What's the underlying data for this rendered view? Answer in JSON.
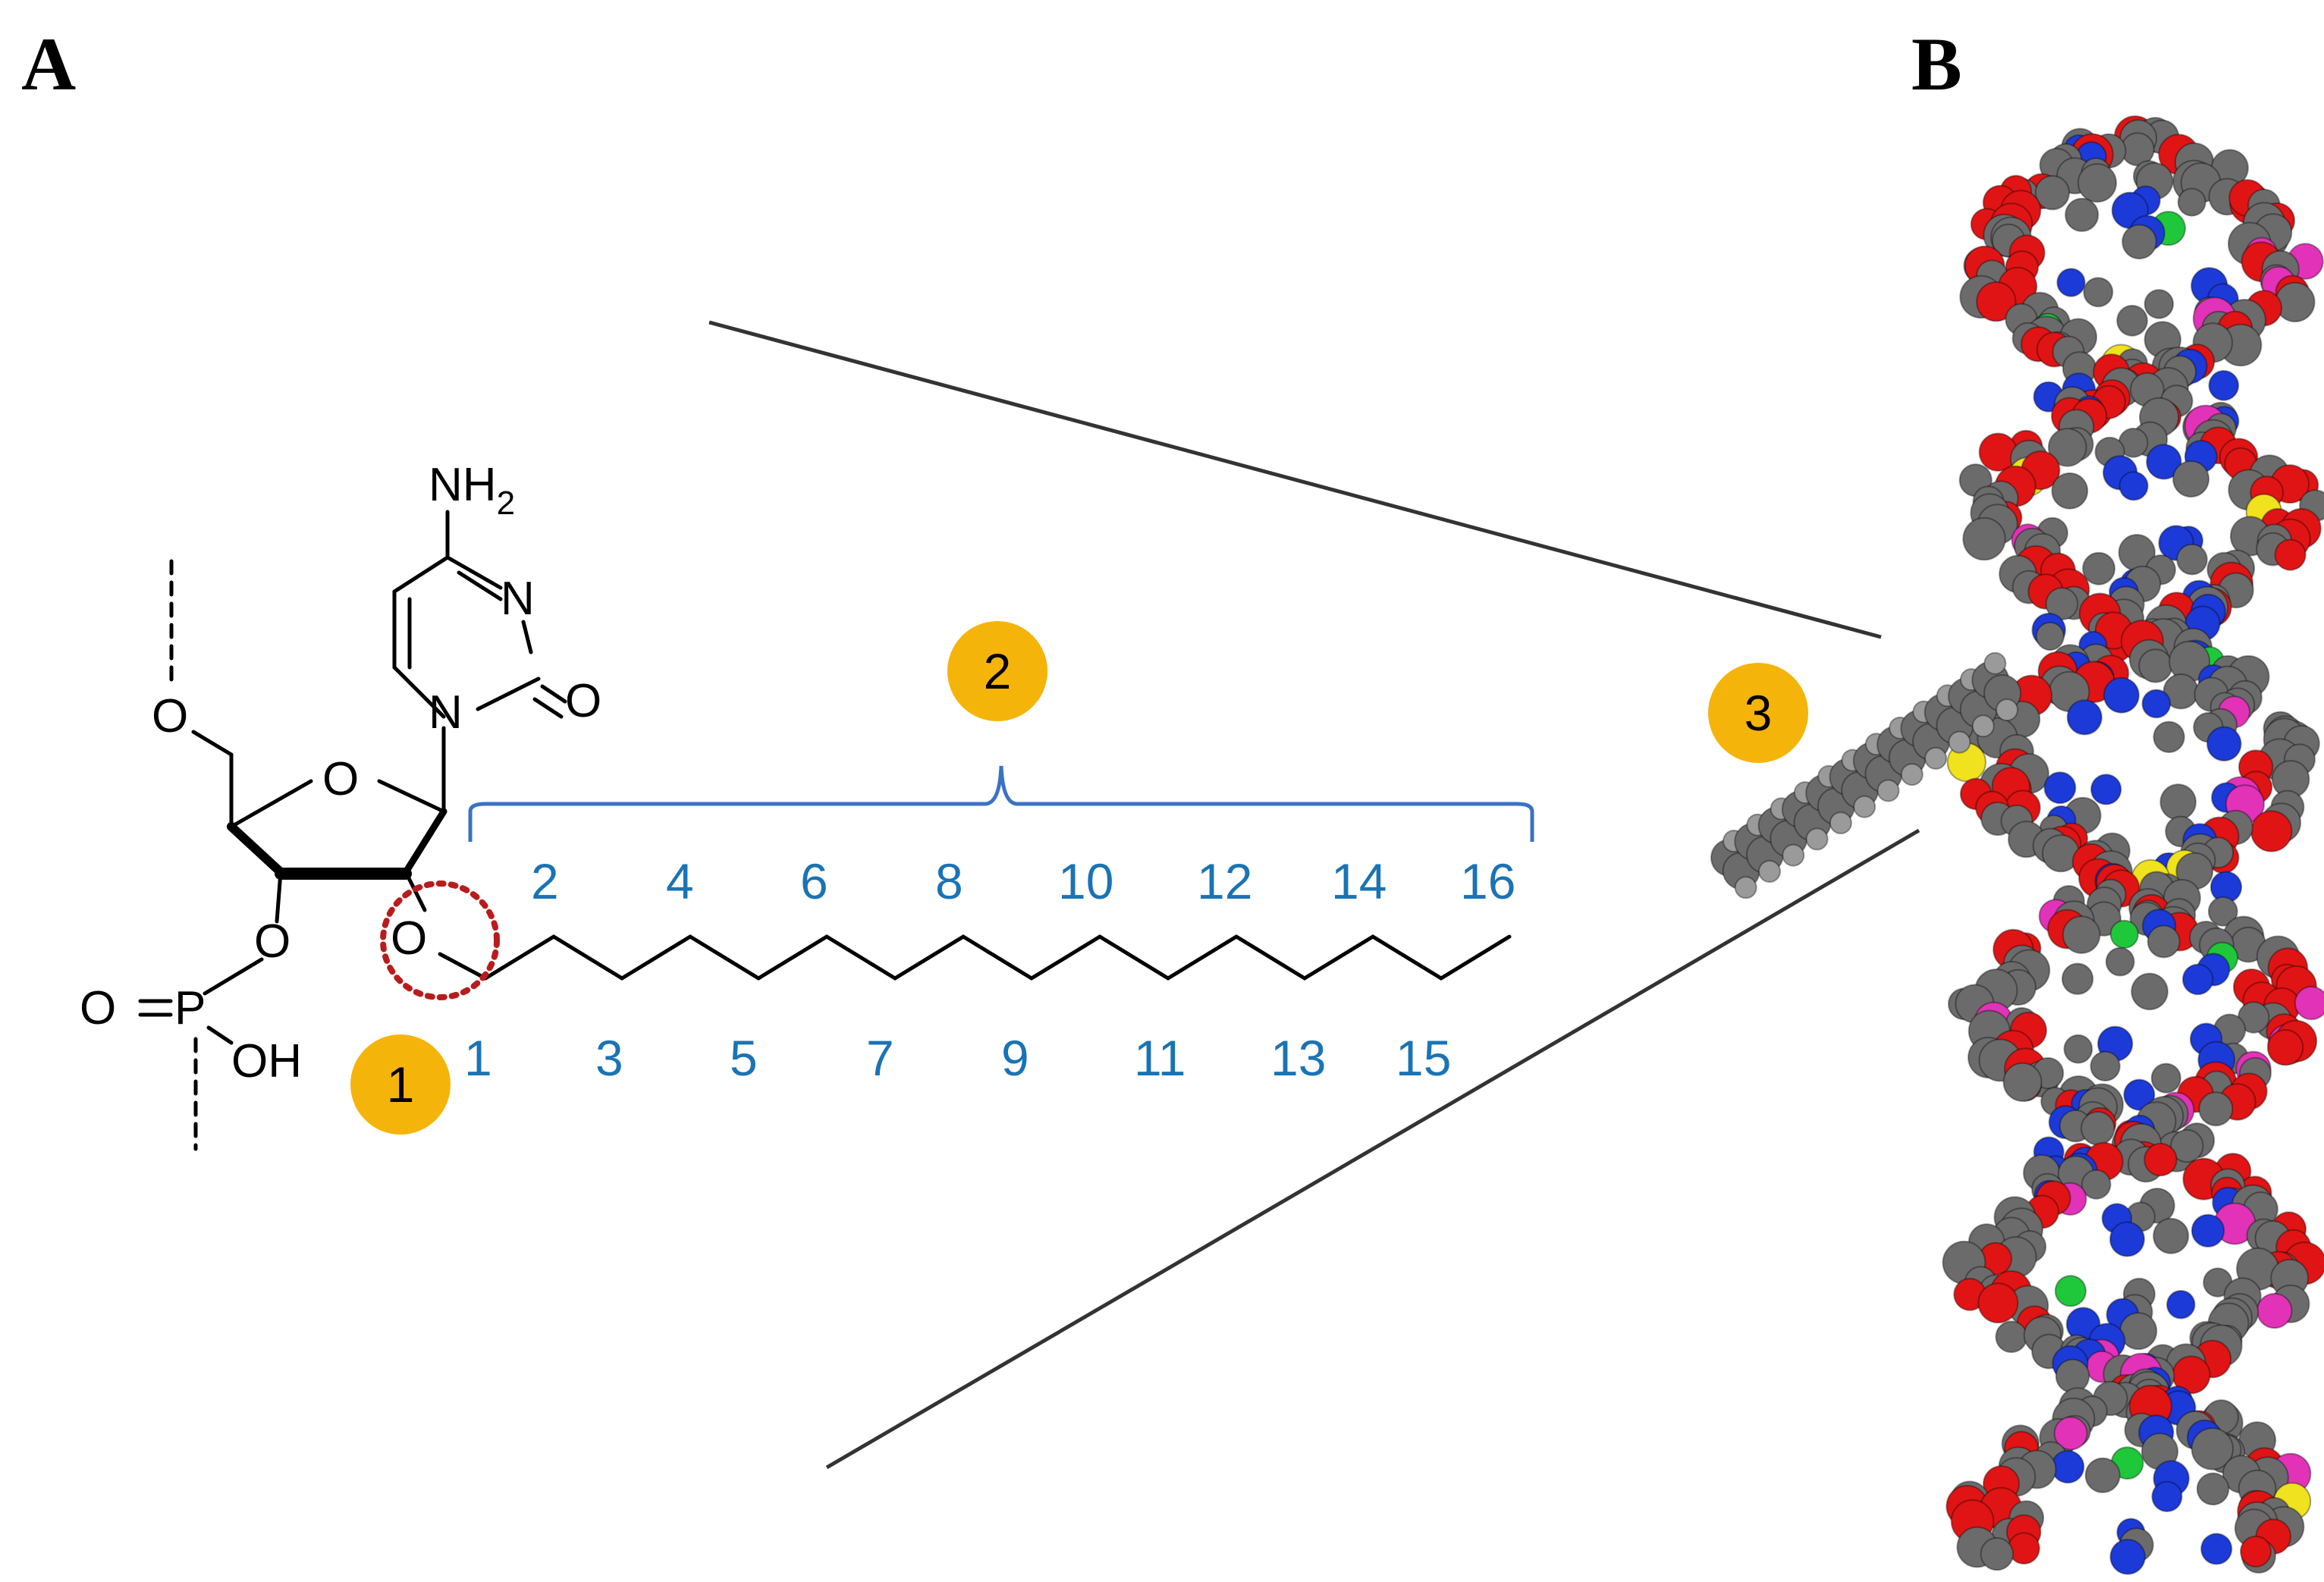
{
  "panels": {
    "a": "A",
    "b": "B"
  },
  "molecule": {
    "amine": "NH",
    "amine_subscript": "2",
    "ring_n_upper": "N",
    "ring_n_lower": "N",
    "carbonyl_o": "O",
    "ribose_o": "O",
    "ring_o": "O",
    "phosphate_o_upper": "O",
    "phosphate_o_double": "O",
    "phosphate_p": "P",
    "phosphate_oh": "OH",
    "ether_o": "O"
  },
  "carbon_numbers_top": [
    "2",
    "4",
    "6",
    "8",
    "10",
    "12",
    "14",
    "16"
  ],
  "carbon_numbers_bottom": [
    "1",
    "3",
    "5",
    "7",
    "9",
    "11",
    "13",
    "15"
  ],
  "callouts": [
    "1",
    "2",
    "3"
  ],
  "colors": {
    "badge": "#f5b40a",
    "numbers": "#1a73b5",
    "brace": "#3a72c4",
    "highlight_circle": "#b81c1c",
    "atom_carbon": "#6b6b6b",
    "atom_oxygen": "#e01414",
    "atom_nitrogen": "#1c3ad8",
    "atom_phosphorus": "#e232b8",
    "atom_sulfur": "#f0e21e",
    "atom_halogen": "#1fc83a"
  }
}
